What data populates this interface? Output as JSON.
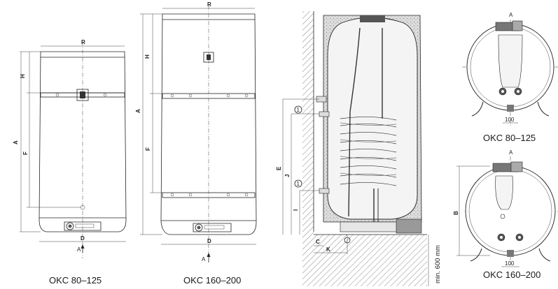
{
  "views": {
    "front_small": {
      "caption": "OKC 80–125",
      "dim_R": "R",
      "dim_H": "H",
      "dim_A": "A",
      "dim_F": "F",
      "dim_D": "D",
      "section_A": "A"
    },
    "front_large": {
      "caption": "OKC 160–200",
      "dim_R": "R",
      "dim_H": "H",
      "dim_A": "A",
      "dim_F": "F",
      "dim_D": "D",
      "section_A": "A"
    },
    "section": {
      "dim_E": "E",
      "dim_J": "J",
      "dim_I": "I",
      "dim_C": "C",
      "dim_K": "K",
      "marker_1": "1",
      "marker_2": "1",
      "clearance": "min. 600 mm"
    },
    "top_small": {
      "caption": "OKC 80–125",
      "label_A": "A",
      "dim_100": "100"
    },
    "top_large": {
      "caption": "OKC 160–200",
      "label_A": "A",
      "dim_B": "B",
      "dim_100": "100"
    }
  },
  "colors": {
    "line": "#222222",
    "insulation": "#d8d8d8",
    "fill": "#f2f2f2"
  }
}
